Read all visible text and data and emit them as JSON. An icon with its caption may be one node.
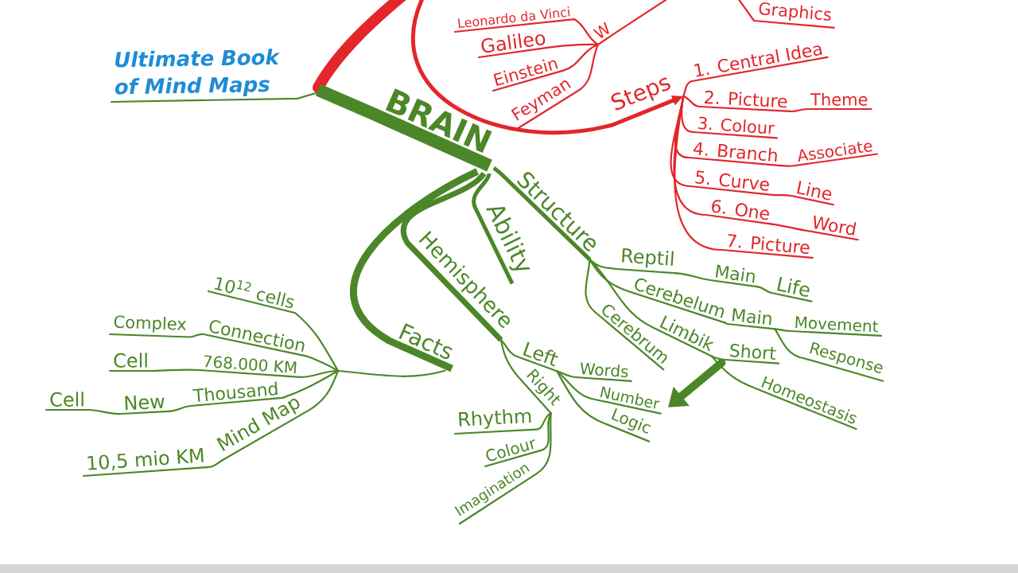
{
  "diagram": {
    "nodes": [
      {
        "text": [
          "Ultimate Book of Mind Maps"
        ]
      },
      {
        "text": [
          "Leonardo da Vinci"
        ]
      },
      {
        "text": [
          "W"
        ]
      },
      {
        "text": [
          "Graphics"
        ]
      },
      {
        "text": [
          "Galileo"
        ]
      },
      {
        "text": [
          "Einstein"
        ]
      },
      {
        "text": [
          "Feyman"
        ]
      },
      {
        "text": [
          "Steps"
        ]
      },
      {
        "text": [
          "1. Central Idea"
        ]
      },
      {
        "text": [
          "2. Picture"
        ]
      },
      {
        "text": [
          "Theme"
        ]
      },
      {
        "text": [
          "3. Colour"
        ]
      },
      {
        "text": [
          "4. Branch"
        ]
      },
      {
        "text": [
          "Associate"
        ]
      },
      {
        "text": [
          "5. Curve"
        ]
      },
      {
        "text": [
          "Line"
        ]
      },
      {
        "text": [
          "6. One"
        ]
      },
      {
        "text": [
          "Word"
        ]
      },
      {
        "text": [
          "7. Picture"
        ]
      },
      {
        "text": [
          "BRAIN"
        ]
      },
      {
        "text": [
          "Structure"
        ]
      },
      {
        "text": [
          "Reptil"
        ]
      },
      {
        "text": [
          "Main"
        ]
      },
      {
        "text": [
          "Life"
        ]
      },
      {
        "text": [
          "Cerebelum"
        ]
      },
      {
        "text": [
          "Main"
        ]
      },
      {
        "text": [
          "Movement"
        ]
      },
      {
        "text": [
          "Response"
        ]
      },
      {
        "text": [
          "Limbik"
        ]
      },
      {
        "text": [
          "Short"
        ]
      },
      {
        "text": [
          "Homeostasis"
        ]
      },
      {
        "text": [
          "Cerebrum"
        ]
      },
      {
        "text": [
          "Ability"
        ]
      },
      {
        "text": [
          "Hemisphere"
        ]
      },
      {
        "text": [
          "Left"
        ]
      },
      {
        "text": [
          "Words"
        ]
      },
      {
        "text": [
          "Number"
        ]
      },
      {
        "text": [
          "Logic"
        ]
      },
      {
        "text": [
          "Right"
        ]
      },
      {
        "text": [
          "Rhythm"
        ]
      },
      {
        "text": [
          "Colour"
        ]
      },
      {
        "text": [
          "Imagination"
        ]
      },
      {
        "text": [
          "Facts"
        ]
      },
      {
        "text": [
          "10$^{12}$ cells"
        ]
      },
      {
        "text": [
          "Connection"
        ]
      },
      {
        "text": [
          "Complex"
        ]
      },
      {
        "text": [
          "768.000 KM"
        ]
      },
      {
        "text": [
          "Cell"
        ]
      },
      {
        "text": [
          "Thousand"
        ]
      },
      {
        "text": [
          "New"
        ]
      },
      {
        "text": [
          "Cell"
        ]
      },
      {
        "text": [
          "Mind Map"
        ]
      },
      {
        "text": [
          "10,5 mio KM"
        ]
      }
    ],
    "edges": [
      {
        "from": null,
        "to": 0,
        "arrow": "none"
      },
      {
        "from": null,
        "to": 19,
        "arrow": "none",
        "style": "thick"
      },
      {
        "from": null,
        "to": 2,
        "arrow": "none",
        "color": "#e3262b"
      },
      {
        "from": 2,
        "to": 1,
        "arrow": "none",
        "color": "#e3262b"
      },
      {
        "from": 2,
        "to": 4,
        "arrow": "none",
        "color": "#e3262b"
      },
      {
        "from": 2,
        "to": 5,
        "arrow": "none",
        "color": "#e3262b"
      },
      {
        "from": 2,
        "to": 6,
        "arrow": "none",
        "color": "#e3262b"
      },
      {
        "from": null,
        "to": 3,
        "arrow": "none",
        "color": "#e3262b"
      },
      {
        "from": null,
        "to": 7,
        "arrow": "to",
        "style": "thick",
        "color": "#e3262b"
      },
      {
        "from": 7,
        "to": 8,
        "arrow": "none",
        "color": "#e3262b"
      },
      {
        "from": 7,
        "to": 9,
        "arrow": "none",
        "color": "#e3262b"
      },
      {
        "from": 7,
        "to": 11,
        "arrow": "none",
        "color": "#e3262b"
      },
      {
        "from": 7,
        "to": 12,
        "arrow": "none",
        "color": "#e3262b"
      },
      {
        "from": 7,
        "to": 14,
        "arrow": "none",
        "color": "#e3262b"
      },
      {
        "from": 7,
        "to": 16,
        "arrow": "none",
        "color": "#e3262b"
      },
      {
        "from": 7,
        "to": 18,
        "arrow": "none",
        "color": "#e3262b"
      },
      {
        "from": 9,
        "to": 10,
        "arrow": "none",
        "color": "#e3262b"
      },
      {
        "from": 12,
        "to": 13,
        "arrow": "none",
        "color": "#e3262b"
      },
      {
        "from": 14,
        "to": 15,
        "arrow": "none",
        "color": "#e3262b"
      },
      {
        "from": 16,
        "to": 17,
        "arrow": "none",
        "color": "#e3262b"
      },
      {
        "from": 19,
        "to": 42,
        "arrow": "none",
        "style": "thick"
      },
      {
        "from": 19,
        "to": 33,
        "arrow": "none",
        "style": "thick"
      },
      {
        "from": 19,
        "to": 32,
        "arrow": "none",
        "style": "thick"
      },
      {
        "from": 19,
        "to": 20,
        "arrow": "none",
        "style": "thick"
      },
      {
        "from": 20,
        "to": 21,
        "arrow": "none"
      },
      {
        "from": 21,
        "to": 22,
        "arrow": "none"
      },
      {
        "from": 22,
        "to": 23,
        "arrow": "none"
      },
      {
        "from": 20,
        "to": 24,
        "arrow": "none"
      },
      {
        "from": 24,
        "to": 25,
        "arrow": "none"
      },
      {
        "from": 25,
        "to": 26,
        "arrow": "none"
      },
      {
        "from": 25,
        "to": 27,
        "arrow": "none"
      },
      {
        "from": 20,
        "to": 28,
        "arrow": "none"
      },
      {
        "from": 28,
        "to": 29,
        "arrow": "none"
      },
      {
        "from": 28,
        "to": 30,
        "arrow": "none"
      },
      {
        "from": 20,
        "to": 31,
        "arrow": "none"
      },
      {
        "from": 33,
        "to": 34,
        "arrow": "none"
      },
      {
        "from": 33,
        "to": 38,
        "arrow": "none"
      },
      {
        "from": 34,
        "to": 35,
        "arrow": "none"
      },
      {
        "from": 34,
        "to": 36,
        "arrow": "none"
      },
      {
        "from": 34,
        "to": 37,
        "arrow": "none"
      },
      {
        "from": 38,
        "to": 39,
        "arrow": "none"
      },
      {
        "from": 38,
        "to": 40,
        "arrow": "none"
      },
      {
        "from": 38,
        "to": 41,
        "arrow": "none"
      },
      {
        "from": 42,
        "to": 43,
        "arrow": "none"
      },
      {
        "from": 42,
        "to": 44,
        "arrow": "none"
      },
      {
        "from": 42,
        "to": 46,
        "arrow": "none"
      },
      {
        "from": 42,
        "to": 48,
        "arrow": "none"
      },
      {
        "from": 42,
        "to": 51,
        "arrow": "none"
      },
      {
        "from": 44,
        "to": 45,
        "arrow": "none"
      },
      {
        "from": 46,
        "to": 47,
        "arrow": "none"
      },
      {
        "from": 48,
        "to": 49,
        "arrow": "none"
      },
      {
        "from": 49,
        "to": 50,
        "arrow": "none"
      },
      {
        "from": 51,
        "to": 52,
        "arrow": "none"
      },
      {
        "from": 29,
        "to": 36,
        "arrow": "to",
        "style": "thick"
      }
    ]
  }
}
